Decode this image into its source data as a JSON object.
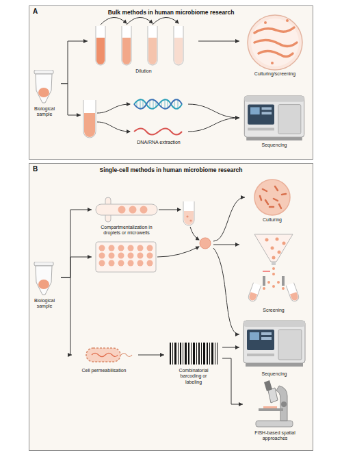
{
  "diagram": {
    "nodes": [
      {
        "text": [
          "A",
          "Bulk methods in human microbiome research"
        ]
      },
      {
        "text": [
          "Biological sample"
        ],
        "in": 0
      },
      {
        "text": [
          "Dilution"
        ],
        "in": 0
      },
      {
        "text": [
          "Culturing/screening"
        ],
        "in": 0
      },
      {
        "text": [
          "DNA/RNA extraction"
        ],
        "in": 0
      },
      {
        "text": [
          "Sequencing"
        ],
        "in": 0
      },
      {
        "text": [
          "B",
          "Single-cell methods in human microbiome research"
        ]
      },
      {
        "text": [
          "Biological sample"
        ],
        "in": 6
      },
      {
        "text": [
          "Compartmentalization in droplets or microwells"
        ],
        "in": 6
      },
      {
        "text": [
          "Culturing"
        ],
        "in": 6
      },
      {
        "text": [
          "Screening"
        ],
        "in": 6
      },
      {
        "text": [
          "Sequencing"
        ],
        "in": 6
      },
      {
        "text": [
          "Cell permeabilisation"
        ],
        "in": 6
      },
      {
        "text": [
          "Combinatorial barcoding or labeling"
        ],
        "in": 6
      },
      {
        "text": [
          "FISH-based spatial approaches"
        ],
        "in": 6
      }
    ],
    "edges": [
      {
        "from": 1,
        "to": 2,
        "arrow": "to"
      },
      {
        "from": 1,
        "to": 4,
        "arrow": "to"
      },
      {
        "from": 2,
        "to": 3,
        "arrow": "to"
      },
      {
        "from": 4,
        "to": 5,
        "arrow": "to"
      },
      {
        "from": 7,
        "to": 8,
        "arrow": "to"
      },
      {
        "from": 7,
        "to": 12,
        "arrow": "to"
      },
      {
        "from": 8,
        "to": 9,
        "arrow": "to"
      },
      {
        "from": 8,
        "to": 10,
        "arrow": "to"
      },
      {
        "from": 8,
        "to": 11,
        "arrow": "to"
      },
      {
        "from": 12,
        "to": 13,
        "arrow": "to"
      },
      {
        "from": 13,
        "to": 11,
        "arrow": "to"
      },
      {
        "from": 13,
        "to": 14,
        "arrow": "to"
      }
    ]
  }
}
